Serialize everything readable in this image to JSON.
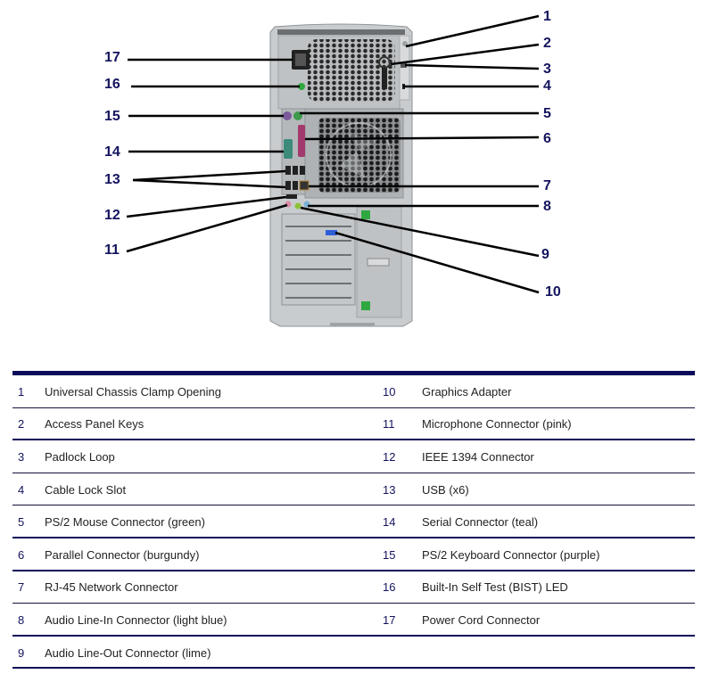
{
  "diagram": {
    "subject": "Computer tower rear panel",
    "callouts_right": [
      "1",
      "2",
      "3",
      "4",
      "5",
      "6",
      "7",
      "8",
      "9",
      "10"
    ],
    "callouts_left": [
      "17",
      "16",
      "15",
      "14",
      "13",
      "12",
      "11"
    ],
    "colors": {
      "callout_text": "#13135e",
      "rule_color": "#0b0b5a",
      "chassis": "#c9ccce",
      "chassis_dark": "#9ea3a6",
      "ps2_mouse": "#3f9a4e",
      "ps2_keyboard": "#7a5a9a",
      "parallel": "#a23a6e",
      "serial": "#3c8b7a",
      "audio_in": "#7ab0d8",
      "audio_out": "#8fc23a",
      "mic": "#d98aa8",
      "vga": "#2f5fd8",
      "bist_led": "#2fa83f"
    }
  },
  "legend": {
    "rows": [
      {
        "left": {
          "num": "1",
          "label": "Universal Chassis Clamp Opening"
        },
        "right": {
          "num": "10",
          "label": "Graphics Adapter"
        }
      },
      {
        "left": {
          "num": "2",
          "label": "Access Panel Keys"
        },
        "right": {
          "num": "11",
          "label": "Microphone Connector (pink)"
        }
      },
      {
        "left": {
          "num": "3",
          "label": "Padlock Loop"
        },
        "right": {
          "num": "12",
          "label": "IEEE 1394 Connector"
        }
      },
      {
        "left": {
          "num": "4",
          "label": "Cable Lock Slot"
        },
        "right": {
          "num": "13",
          "label": "USB (x6)"
        }
      },
      {
        "left": {
          "num": "5",
          "label": "PS/2 Mouse Connector (green)"
        },
        "right": {
          "num": "14",
          "label": "Serial Connector (teal)"
        }
      },
      {
        "left": {
          "num": "6",
          "label": "Parallel Connector (burgundy)"
        },
        "right": {
          "num": "15",
          "label": "PS/2 Keyboard Connector (purple)"
        }
      },
      {
        "left": {
          "num": "7",
          "label": "RJ-45 Network Connector"
        },
        "right": {
          "num": "16",
          "label": "Built-In Self Test (BIST) LED"
        }
      },
      {
        "left": {
          "num": "8",
          "label": "Audio Line-In Connector (light blue)"
        },
        "right": {
          "num": "17",
          "label": "Power Cord Connector"
        }
      },
      {
        "left": {
          "num": "9",
          "label": "Audio Line-Out Connector (lime)"
        },
        "right": {
          "num": "",
          "label": ""
        }
      }
    ]
  }
}
